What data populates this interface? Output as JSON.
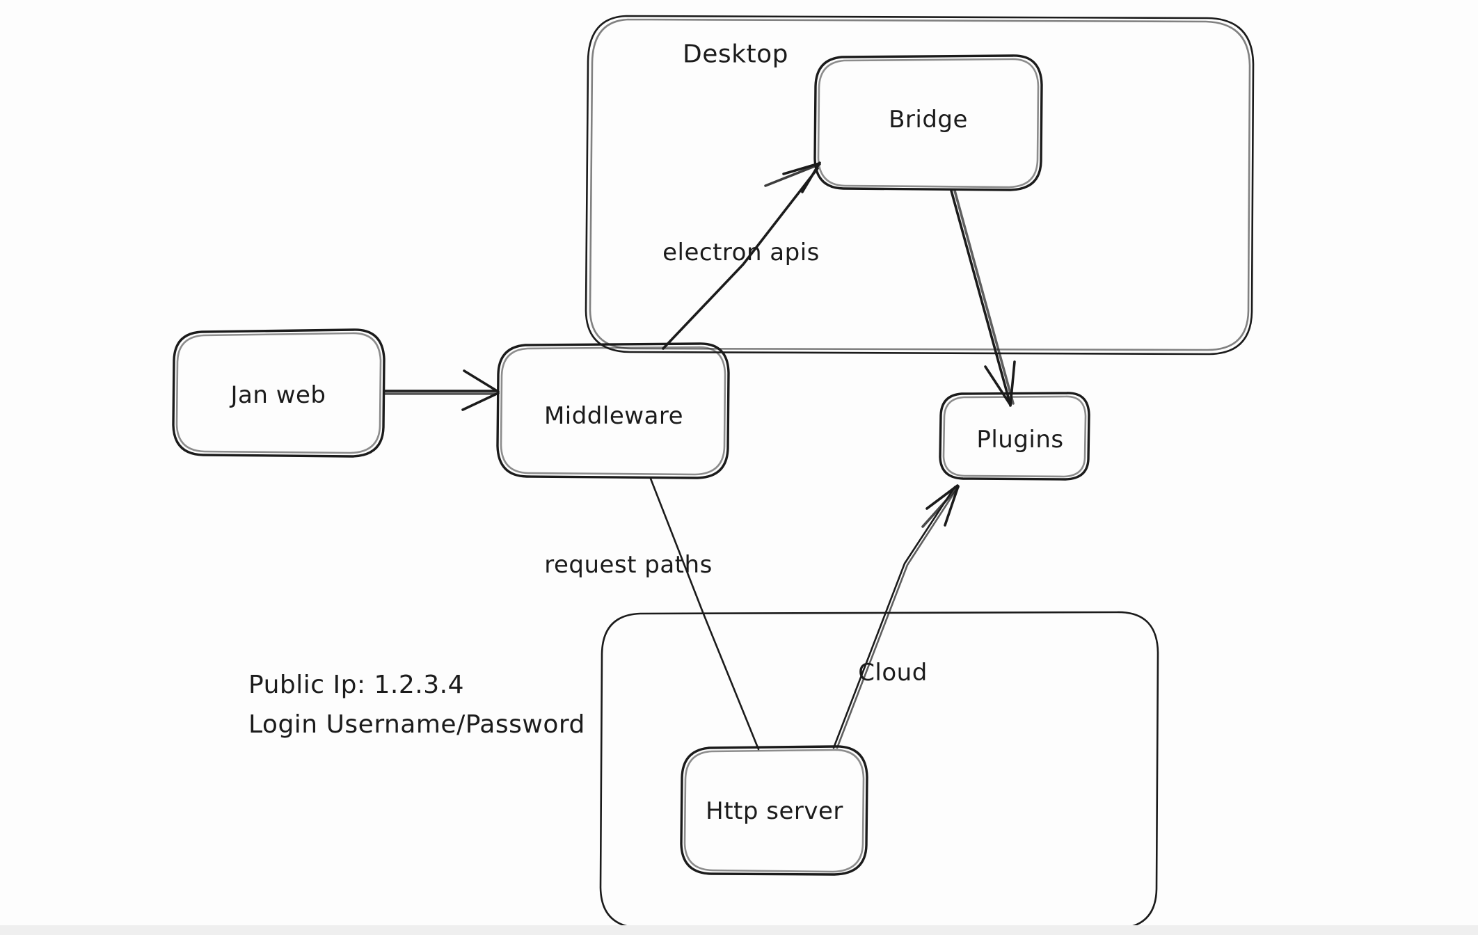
{
  "diagram": {
    "type": "architecture-flow-diagram",
    "style": "hand-drawn-whiteboard",
    "background_color": "#fdfdfd",
    "stroke_color": "#1b1b1b",
    "groups": [
      {
        "id": "desktop",
        "title": "Desktop"
      },
      {
        "id": "cloud-group",
        "title": ""
      }
    ],
    "nodes": [
      {
        "id": "jan-web",
        "label": "Jan web"
      },
      {
        "id": "middleware",
        "label": "Middleware"
      },
      {
        "id": "bridge",
        "label": "Bridge"
      },
      {
        "id": "plugins",
        "label": "Plugins"
      },
      {
        "id": "http-server",
        "label": "Http server"
      }
    ],
    "edges": [
      {
        "id": "janweb-middleware",
        "from": "jan-web",
        "to": "middleware",
        "label": ""
      },
      {
        "id": "middleware-bridge",
        "from": "middleware",
        "to": "bridge",
        "label": "electron apis"
      },
      {
        "id": "bridge-plugins",
        "from": "bridge",
        "to": "plugins",
        "label": ""
      },
      {
        "id": "middleware-httpserver",
        "from": "middleware",
        "to": "http-server",
        "label": "request paths"
      },
      {
        "id": "httpserver-plugins",
        "from": "http-server",
        "to": "plugins",
        "label": "Cloud"
      }
    ],
    "notes": {
      "line1": "Public Ip: 1.2.3.4",
      "line2": "Login Username/Password"
    }
  }
}
